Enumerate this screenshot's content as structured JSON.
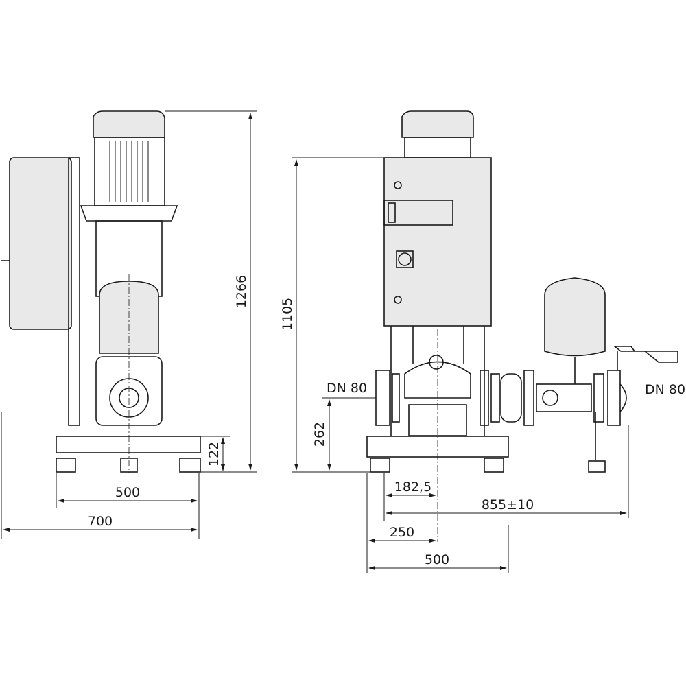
{
  "dimensions": {
    "side_height_total": "1266",
    "side_base_height": "122",
    "side_foot_width": "500",
    "side_total_width": "700",
    "front_panel_height": "1105",
    "front_pipe_height": "262",
    "front_pipe_offset": "182,5",
    "front_pipe_length": "855±10",
    "front_center": "250",
    "front_base_width": "500",
    "inlet_label": "DN 80",
    "outlet_label": "DN 80"
  }
}
